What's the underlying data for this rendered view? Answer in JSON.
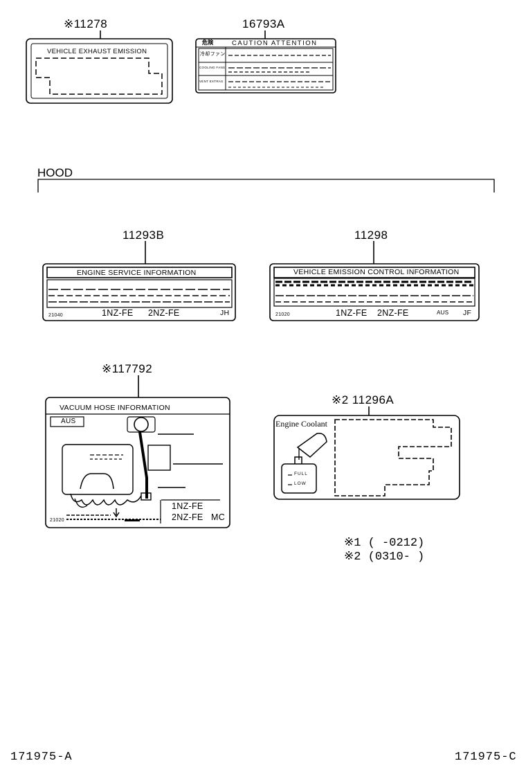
{
  "parts": {
    "p11278": "※11278",
    "p16793a": "16793A",
    "p11293b": "11293B",
    "p11298": "11298",
    "p117792": "※117792",
    "p11296a": "※2 11296A"
  },
  "section": {
    "hood": "HOOD"
  },
  "labels": {
    "exhaust_title": "VEHICLE EXHAUST EMISSION",
    "caution_jp": "危険",
    "caution_title": "CAUTION  ATTENTION",
    "caution_row1": "冷却ファン",
    "caution_row2": "COOLING FANS",
    "caution_row3": "VENT EXTRAS",
    "service_title": "ENGINE SERVICE INFORMATION",
    "service_code": "21040",
    "service_eng1": "1NZ-FE",
    "service_eng2": "2NZ-FE",
    "service_suffix": "JH",
    "emission_title": "VEHICLE EMISSION CONTROL INFORMATION",
    "emission_code": "21020",
    "emission_eng1": "1NZ-FE",
    "emission_eng2": "2NZ-FE",
    "emission_region": "AUS",
    "emission_suffix": "JF",
    "vacuum_title": "VACUUM HOSE INFORMATION",
    "vacuum_region": "AUS",
    "vacuum_code": "21020",
    "vacuum_eng1": "1NZ-FE",
    "vacuum_eng2": "2NZ-FE",
    "vacuum_suffix": "MC",
    "coolant_title": "Engine Coolant",
    "coolant_full": "FULL",
    "coolant_low": "LOW"
  },
  "notes": {
    "n1": "※1 (     -0212)",
    "n2": "※2 (0310-     )"
  },
  "footer": {
    "left": "171975-A",
    "right": "171975-C"
  }
}
